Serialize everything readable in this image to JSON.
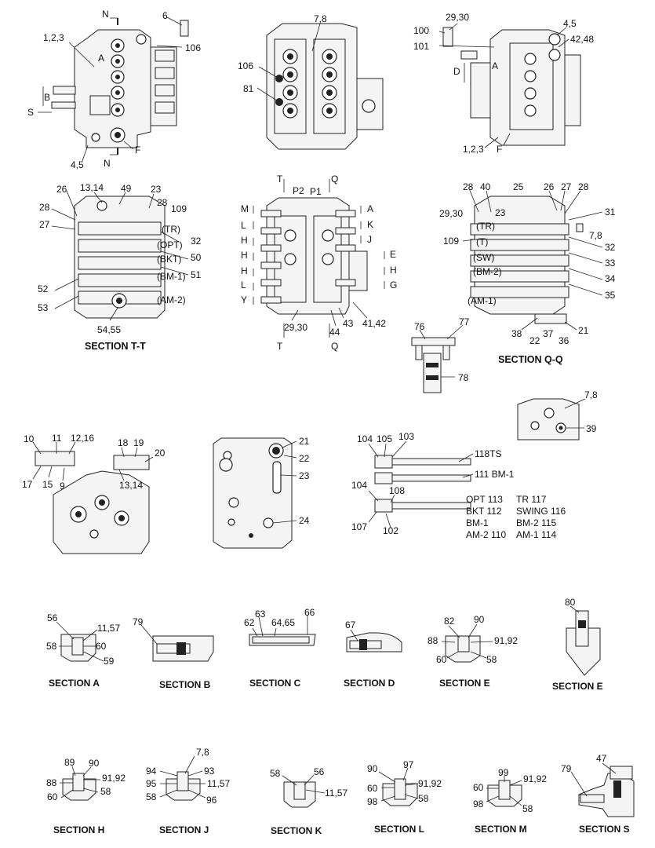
{
  "views": {
    "top_left": {
      "labels": [
        "N",
        "6",
        "1,2,3",
        "106",
        "A",
        "B",
        "S",
        "4,5",
        "N",
        "F"
      ]
    },
    "top_center": {
      "labels": [
        "7,8",
        "106",
        "81"
      ]
    },
    "top_right": {
      "labels": [
        "29,30",
        "100",
        "101",
        "4,5",
        "42,48",
        "A",
        "D",
        "1,2,3",
        "F"
      ]
    },
    "section_t": {
      "caption": "SECTION T-T",
      "labels": [
        "26",
        "13,14",
        "49",
        "23",
        "28",
        "28",
        "109",
        "27",
        "(TR)",
        "32",
        "(OPT)",
        "50",
        "(BKT)",
        "51",
        "(BM-1)",
        "52",
        "(AM-2)",
        "53",
        "54,55"
      ]
    },
    "center_mid": {
      "labels": [
        "T",
        "Q",
        "P2",
        "P1",
        "M",
        "A",
        "L",
        "K",
        "H",
        "J",
        "H",
        "E",
        "H",
        "H",
        "L",
        "G",
        "Y",
        "29,30",
        "44",
        "43",
        "41,42",
        "T",
        "Q"
      ]
    },
    "section_q": {
      "caption": "SECTION  Q-Q",
      "labels": [
        "28",
        "40",
        "25",
        "26",
        "27",
        "28",
        "29,30",
        "23",
        "31",
        "(TR)",
        "7,8",
        "109",
        "(T)",
        "32",
        "(SW)",
        "33",
        "(BM-2)",
        "34",
        "(AM-1)",
        "35",
        "38",
        "22",
        "37",
        "36",
        "21"
      ]
    },
    "fitting": {
      "labels": [
        "76",
        "77",
        "78"
      ]
    },
    "block_right": {
      "labels": [
        "7,8",
        "39"
      ]
    },
    "bottom_left_assembly": {
      "labels": [
        "10",
        "11",
        "12,16",
        "18",
        "19",
        "20",
        "17",
        "15",
        "9",
        "13,14"
      ]
    },
    "cover_plate": {
      "labels": [
        "21",
        "22",
        "23",
        "24"
      ]
    },
    "spools": {
      "labels": [
        "104",
        "105",
        "103",
        "118TS",
        "111 BM-1",
        "104",
        "108",
        "107",
        "102"
      ],
      "legend": [
        [
          "OPT 113",
          "TR 117"
        ],
        [
          "BKT 112",
          "SWING 116"
        ],
        [
          "BM-1",
          "BM-2 115"
        ],
        [
          "AM-2 110",
          "AM-1 114"
        ]
      ]
    },
    "section_a": {
      "caption": "SECTION  A",
      "labels": [
        "56",
        "11,57",
        "58",
        "60",
        "59"
      ]
    },
    "section_b": {
      "caption": "SECTION  B",
      "labels": [
        "79"
      ]
    },
    "section_c": {
      "caption": "SECTION  C",
      "labels": [
        "63",
        "66",
        "62",
        "64,65"
      ]
    },
    "section_d": {
      "caption": "SECTION  D",
      "labels": [
        "67"
      ]
    },
    "section_e1": {
      "caption": "SECTION  E",
      "labels": [
        "82",
        "90",
        "88",
        "91,92",
        "60",
        "58"
      ]
    },
    "section_e2": {
      "caption": "SECTION  E",
      "labels": [
        "80"
      ]
    },
    "section_h": {
      "caption": "SECTION  H",
      "labels": [
        "89",
        "90",
        "88",
        "91,92",
        "58",
        "60"
      ]
    },
    "section_j": {
      "caption": "SECTION  J",
      "labels": [
        "7,8",
        "94",
        "93",
        "95",
        "11,57",
        "58",
        "96"
      ]
    },
    "section_k": {
      "caption": "SECTION  K",
      "labels": [
        "58",
        "56",
        "11,57"
      ]
    },
    "section_l": {
      "caption": "SECTION  L",
      "labels": [
        "90",
        "97",
        "60",
        "91,92",
        "98",
        "58"
      ]
    },
    "section_m": {
      "caption": "SECTION  M",
      "labels": [
        "99",
        "60",
        "91,92",
        "98",
        "58"
      ]
    },
    "section_s": {
      "caption": "SECTION  S",
      "labels": [
        "79",
        "47"
      ]
    }
  }
}
